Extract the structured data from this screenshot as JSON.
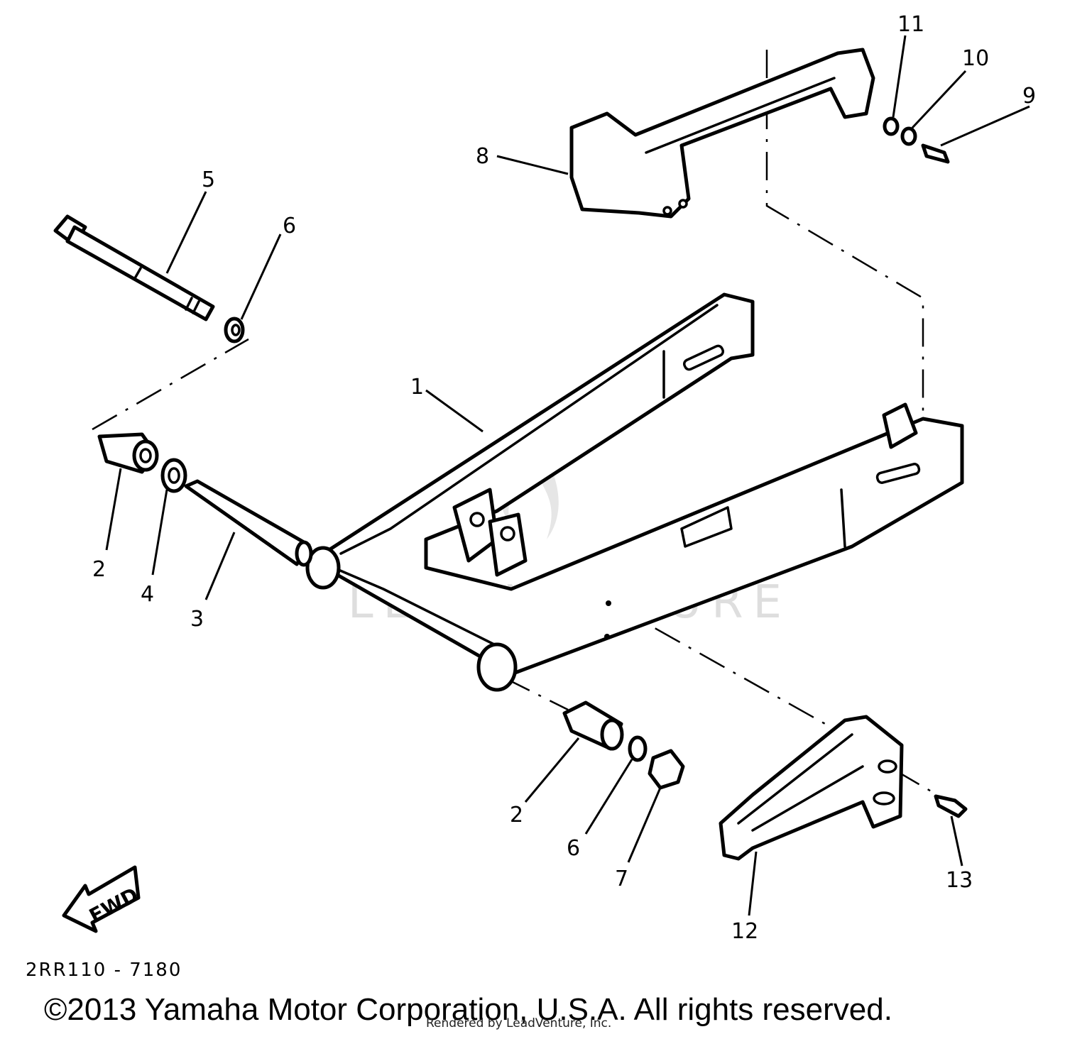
{
  "diagram": {
    "callouts": {
      "c1": "1",
      "c2a": "2",
      "c2b": "2",
      "c3": "3",
      "c4": "4",
      "c5": "5",
      "c6a": "6",
      "c6b": "6",
      "c7": "7",
      "c8": "8",
      "c9": "9",
      "c10": "10",
      "c11": "11",
      "c12": "12",
      "c13": "13"
    },
    "fwd_label": "FWD",
    "diagram_code": "2RR110 - 7180",
    "watermark": "LEADVENTURE"
  },
  "footer": {
    "copyright": "©2013 Yamaha Motor Corporation, U.S.A. All rights reserved.",
    "render_credit": "Rendered by LeadVenture, Inc."
  }
}
